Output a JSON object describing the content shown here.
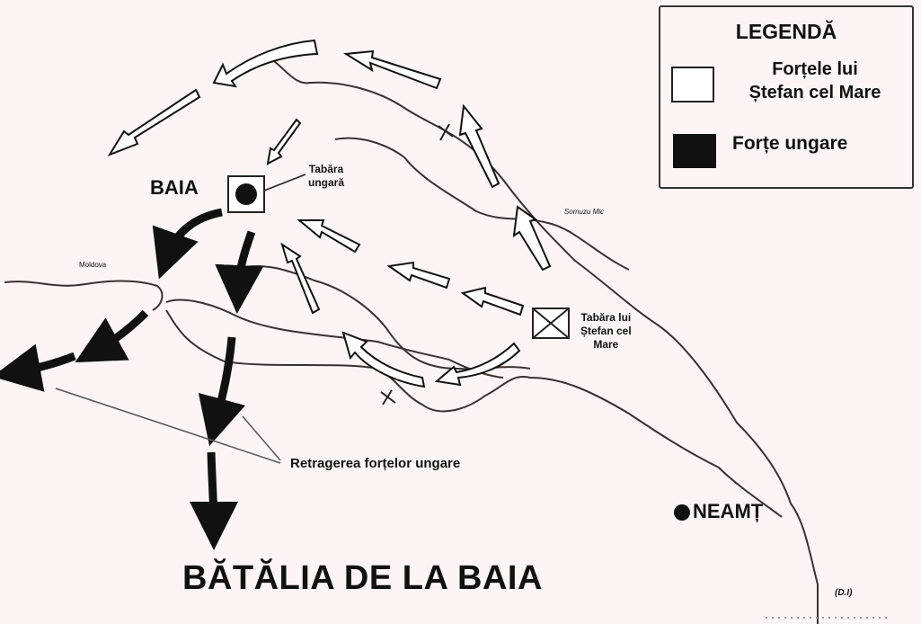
{
  "map": {
    "title": "BĂTĂLIA DE LA BAIA",
    "background_color": "#fdf5f5",
    "colors": {
      "ink": "#111111",
      "river": "#3a3030",
      "stefan_forces_fill": "#ffffff",
      "hungarian_forces_fill": "#111111"
    },
    "legend": {
      "title": "LEGENDĂ",
      "items": [
        {
          "swatch": "white-box",
          "label_line1": "Forțele lui",
          "label_line2": "Ștefan cel Mare"
        },
        {
          "swatch": "black-box",
          "label": "Forțe ungare"
        }
      ]
    },
    "places": {
      "baia": "BAIA",
      "neamt": "NEAMȚ"
    },
    "camps": {
      "hungarian": {
        "line1": "Tabăra",
        "line2": "ungară"
      },
      "stefan": {
        "line1": "Tabăra lui",
        "line2": "Ștefan cel",
        "line3": "Mare"
      }
    },
    "rivers": {
      "moldova": "Moldova",
      "somuzu": "Somuzu Mic"
    },
    "annotation": "Retragerea forțelor ungare",
    "credit": "(D.I)"
  }
}
